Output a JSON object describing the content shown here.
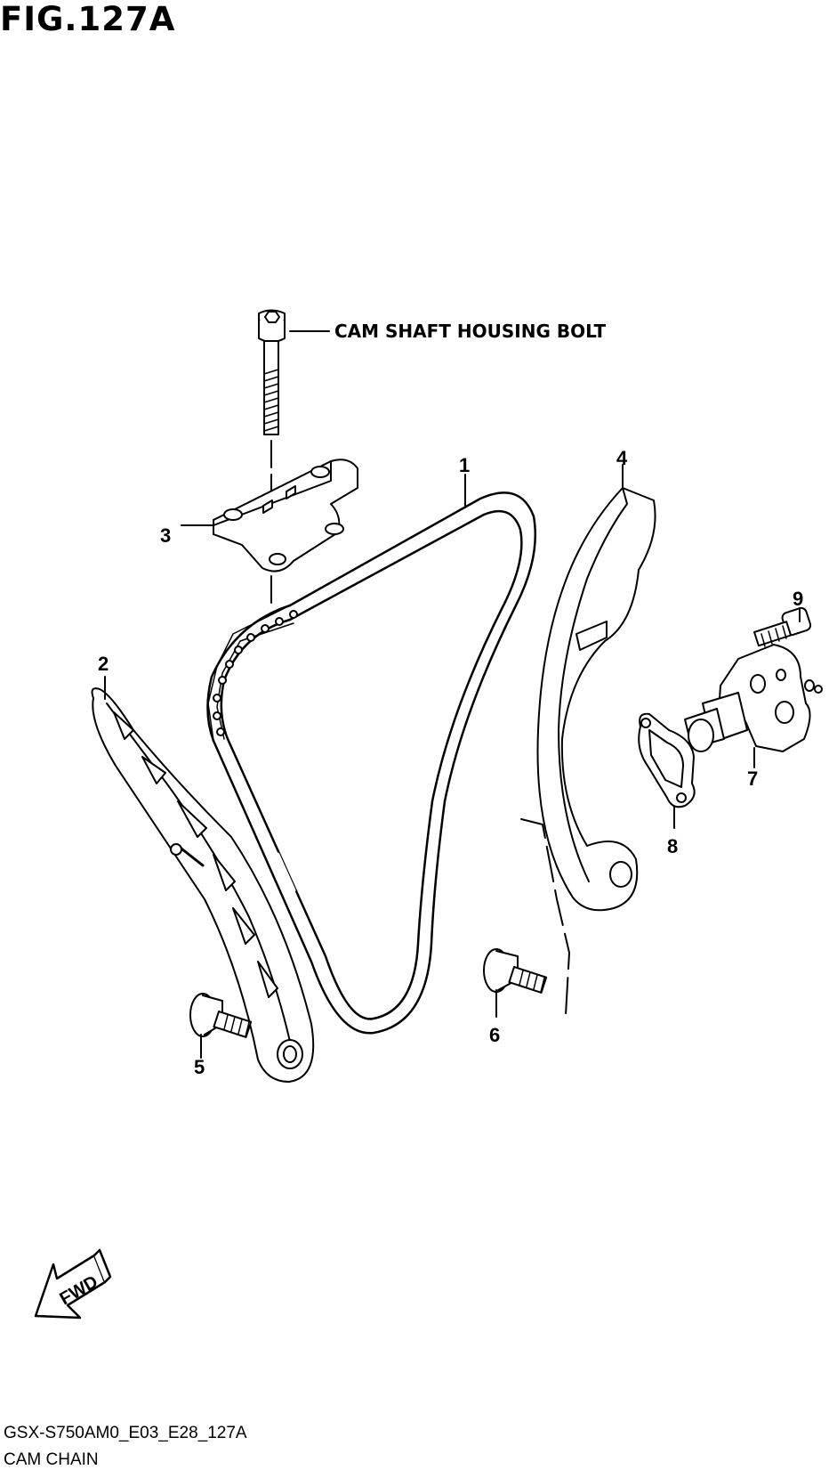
{
  "figure": {
    "title": "FIG.127A",
    "model_code": "GSX-S750AM0_E03_E28_127A",
    "section_name": "CAM CHAIN"
  },
  "callouts": [
    {
      "number": "1",
      "part": "cam-chain"
    },
    {
      "number": "2",
      "part": "cam-chain-guide-rear"
    },
    {
      "number": "3",
      "part": "cam-chain-guide-top"
    },
    {
      "number": "4",
      "part": "cam-chain-tensioner-arm"
    },
    {
      "number": "5",
      "part": "bolt-left"
    },
    {
      "number": "6",
      "part": "bolt-right"
    },
    {
      "number": "7",
      "part": "tensioner-adjuster"
    },
    {
      "number": "8",
      "part": "gasket"
    },
    {
      "number": "9",
      "part": "tensioner-bolt"
    }
  ],
  "note": {
    "text": "CAM SHAFT HOUSING BOLT"
  },
  "direction_badge": {
    "text": "FWD"
  }
}
